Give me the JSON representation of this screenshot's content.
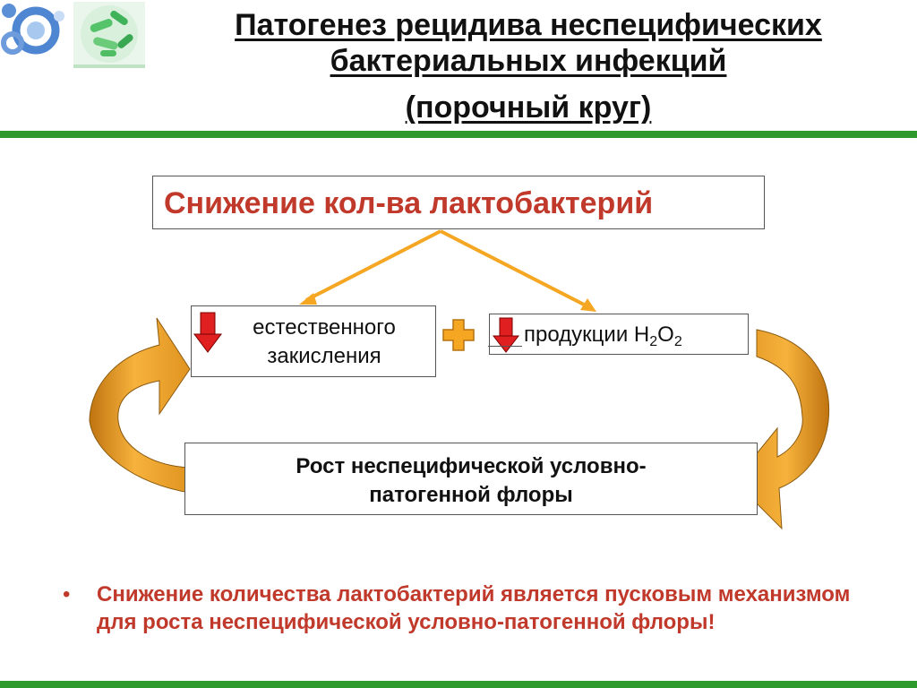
{
  "header": {
    "title_line1": "Патогенез рецидива неспецифических",
    "title_line2": "бактериальных инфекций",
    "title_line3": "(порочный круг)"
  },
  "diagram": {
    "main_box": "Снижение кол-ва лактобактерий",
    "left_box_line1": "естественного",
    "left_box_line2": "закисления",
    "right_box_prefix": "продукции H",
    "right_box_sub1": "2",
    "right_box_mid": "O",
    "right_box_sub2": "2",
    "bottom_box_line1": "Рост неспецифической условно-",
    "bottom_box_line2": "патогенной флоры"
  },
  "bullet": {
    "marker": "•",
    "text": "Снижение количества лактобактерий является пусковым механизмом для роста неспецифической условно-патогенной флоры!"
  },
  "colors": {
    "accent_green": "#2e9a2e",
    "text_red": "#c0392b",
    "arrow_orange": "#f5a623",
    "down_arrow_red": "#e02020",
    "cycle_arrow_gold": "#e39a1c"
  },
  "icons": [
    "logo-rings-icon",
    "bacteria-icon",
    "down-arrow-icon",
    "plus-icon",
    "cycle-arrow-icon"
  ]
}
